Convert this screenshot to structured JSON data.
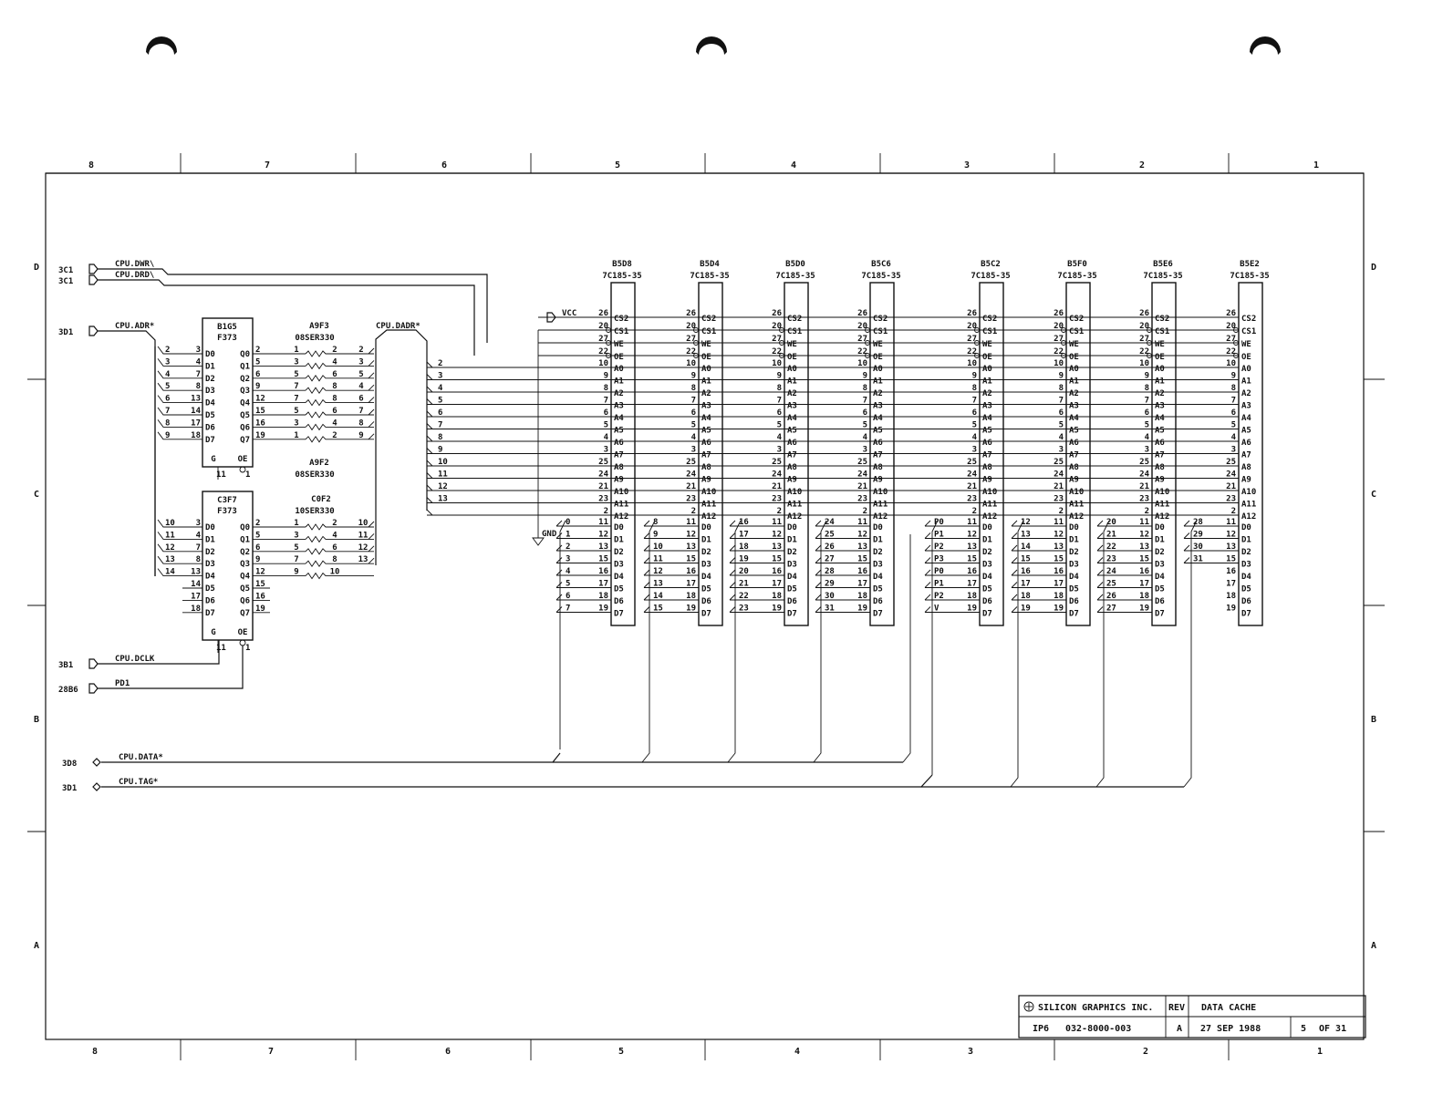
{
  "frame": {
    "columns": [
      "8",
      "7",
      "6",
      "5",
      "4",
      "3",
      "2",
      "1"
    ],
    "rows": [
      "D",
      "C",
      "B",
      "A"
    ]
  },
  "title_block": {
    "company": "SILICON GRAPHICS INC.",
    "rev_label": "REV",
    "title": "DATA CACHE",
    "project": "IP6",
    "drawing_number": "032-8000-003",
    "rev": "A",
    "date": "27 SEP 1988",
    "sheet": "5",
    "sheet_of": "OF 31"
  },
  "ports": [
    {
      "ref": "3C1",
      "name": "CPU.DWR\\"
    },
    {
      "ref": "3C1",
      "name": "CPU.DRD\\"
    },
    {
      "ref": "3D1",
      "name": "CPU.ADR*"
    },
    {
      "ref": "3B1",
      "name": "CPU.DCLK"
    },
    {
      "ref": "28B6",
      "name": "PD1"
    },
    {
      "ref": "3D8",
      "name": "CPU.DATA*"
    },
    {
      "ref": "3D1",
      "name": "CPU.TAG*"
    }
  ],
  "power": {
    "vcc": "VCC",
    "gnd": "GND"
  },
  "bus_label_dadr": "CPU.DADR*",
  "latches": [
    {
      "ref": "B1G5",
      "part": "F373",
      "pins_in": [
        "D0",
        "D1",
        "D2",
        "D3",
        "D4",
        "D5",
        "D6",
        "D7"
      ],
      "pins_out": [
        "Q0",
        "Q1",
        "Q2",
        "Q3",
        "Q4",
        "Q5",
        "Q6",
        "Q7"
      ],
      "num_in": [
        "3",
        "4",
        "7",
        "8",
        "13",
        "14",
        "17",
        "18"
      ],
      "num_out": [
        "2",
        "5",
        "6",
        "9",
        "12",
        "15",
        "16",
        "19"
      ],
      "bus_in": [
        "2",
        "3",
        "4",
        "5",
        "6",
        "7",
        "8",
        "9"
      ],
      "g_label": "G",
      "oe_label": "OE",
      "g_pin": "11",
      "oe_pin": "1"
    },
    {
      "ref": "C3F7",
      "part": "F373",
      "pins_in": [
        "D0",
        "D1",
        "D2",
        "D3",
        "D4",
        "D5",
        "D6",
        "D7"
      ],
      "pins_out": [
        "Q0",
        "Q1",
        "Q2",
        "Q3",
        "Q4",
        "Q5",
        "Q6",
        "Q7"
      ],
      "num_in": [
        "3",
        "4",
        "7",
        "8",
        "13",
        "14",
        "17",
        "18"
      ],
      "num_out": [
        "2",
        "5",
        "6",
        "9",
        "12",
        "15",
        "16",
        "19"
      ],
      "bus_in": [
        "10",
        "11",
        "12",
        "13",
        "14",
        "",
        "",
        ""
      ],
      "g_label": "G",
      "oe_label": "OE",
      "g_pin": "11",
      "oe_pin": "1"
    }
  ],
  "resistor_packs": [
    {
      "ref": "A9F3",
      "part": "08SER330",
      "left": [
        "1",
        "3",
        "5",
        "7",
        "7",
        "5",
        "3",
        "1"
      ],
      "right": [
        "2",
        "4",
        "6",
        "8",
        "8",
        "6",
        "4",
        "2"
      ],
      "bus": [
        "2",
        "3",
        "5",
        "4",
        "6",
        "7",
        "8",
        "9"
      ]
    },
    {
      "ref": "A9F2",
      "part": "08SER330"
    },
    {
      "ref": "C0F2",
      "part": "10SER330",
      "left": [
        "1",
        "3",
        "5",
        "7",
        "9"
      ],
      "right": [
        "2",
        "4",
        "6",
        "8",
        "10"
      ],
      "bus": [
        "10",
        "11",
        "12",
        "13",
        ""
      ]
    }
  ],
  "dadr_bus_numbers": [
    "2",
    "3",
    "4",
    "5",
    "6",
    "7",
    "8",
    "9",
    "10",
    "11",
    "12",
    "13"
  ],
  "sram_common": {
    "part": "7C185-35",
    "ctrl_pins": [
      "CS2",
      "CS1",
      "WE",
      "OE"
    ],
    "ctrl_nums": [
      "26",
      "20",
      "27",
      "22"
    ],
    "addr_pins": [
      "A0",
      "A1",
      "A2",
      "A3",
      "A4",
      "A5",
      "A6",
      "A7",
      "A8",
      "A9",
      "A10",
      "A11",
      "A12"
    ],
    "addr_nums": [
      "10",
      "9",
      "8",
      "7",
      "6",
      "5",
      "4",
      "3",
      "25",
      "24",
      "21",
      "23",
      "2"
    ],
    "data_pins": [
      "D0",
      "D1",
      "D2",
      "D3",
      "D4",
      "D5",
      "D6",
      "D7"
    ],
    "data_nums": [
      "11",
      "12",
      "13",
      "15",
      "16",
      "17",
      "18",
      "19"
    ]
  },
  "srams": [
    {
      "ref": "B5D8",
      "bits": [
        "0",
        "1",
        "2",
        "3",
        "4",
        "5",
        "6",
        "7"
      ]
    },
    {
      "ref": "B5D4",
      "bits": [
        "8",
        "9",
        "10",
        "11",
        "12",
        "13",
        "14",
        "15"
      ]
    },
    {
      "ref": "B5D0",
      "bits": [
        "16",
        "17",
        "18",
        "19",
        "20",
        "21",
        "22",
        "23"
      ]
    },
    {
      "ref": "B5C6",
      "bits": [
        "24",
        "25",
        "26",
        "27",
        "28",
        "29",
        "30",
        "31"
      ]
    },
    {
      "ref": "B5C2",
      "bits": [
        "P0",
        "P1",
        "P2",
        "P3",
        "P0",
        "P1",
        "P2",
        "V"
      ]
    },
    {
      "ref": "B5F0",
      "bits": [
        "12",
        "13",
        "14",
        "15",
        "16",
        "17",
        "18",
        "19"
      ]
    },
    {
      "ref": "B5E6",
      "bits": [
        "20",
        "21",
        "22",
        "23",
        "24",
        "25",
        "26",
        "27"
      ]
    },
    {
      "ref": "B5E2",
      "bits": [
        "28",
        "29",
        "30",
        "31",
        "",
        "",
        "",
        ""
      ]
    }
  ]
}
